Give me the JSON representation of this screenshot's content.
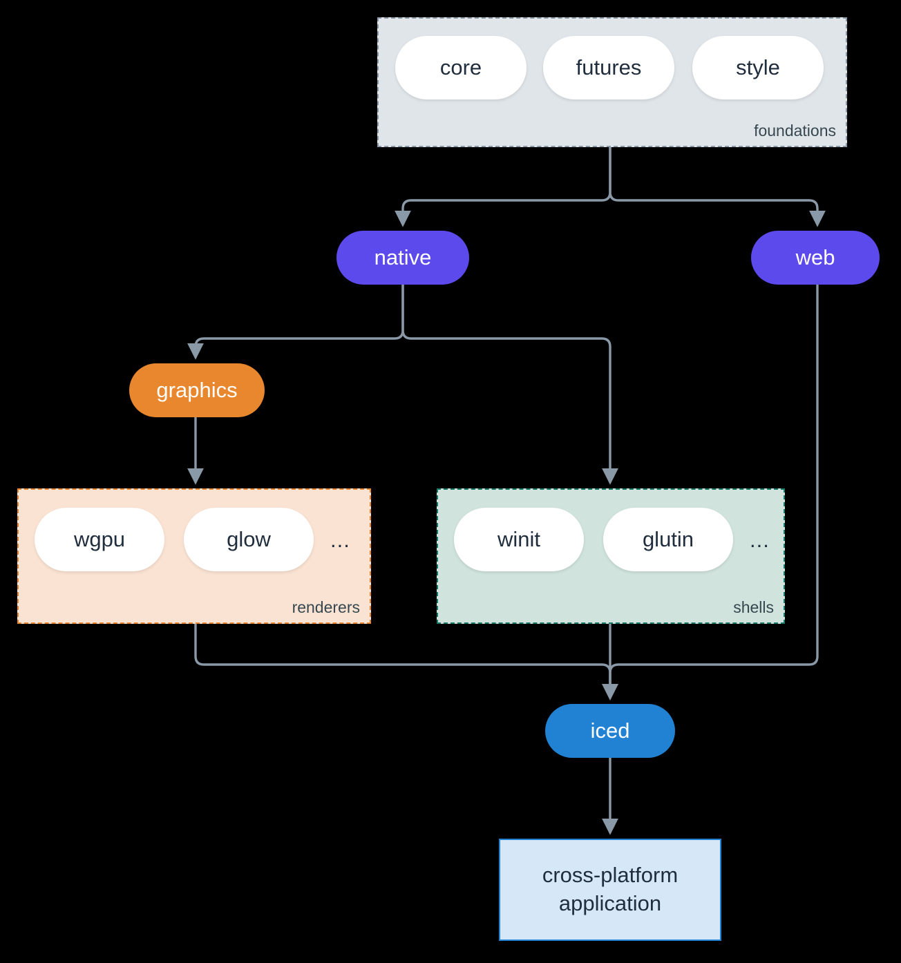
{
  "diagram": {
    "type": "architecture-flow",
    "background_color": "#000000",
    "edge_color": "#8A99A8"
  },
  "clusters": [
    {
      "id": "foundations",
      "label": "foundations",
      "fill": "#E0E5E9",
      "border": "#8A99A8",
      "nodes": [
        "core",
        "futures",
        "style"
      ]
    },
    {
      "id": "renderers",
      "label": "renderers",
      "fill": "#FBE3D3",
      "border": "#E8872E",
      "nodes": [
        "wgpu",
        "glow",
        "..."
      ]
    },
    {
      "id": "shells",
      "label": "shells",
      "fill": "#D0E3DD",
      "border": "#1A7A6A",
      "nodes": [
        "winit",
        "glutin",
        "..."
      ]
    }
  ],
  "pills": {
    "core": "core",
    "futures": "futures",
    "style": "style",
    "wgpu": "wgpu",
    "glow": "glow",
    "winit": "winit",
    "glutin": "glutin",
    "ellipsis": "..."
  },
  "nodes": {
    "native": {
      "label": "native",
      "color": "#5D4AEC"
    },
    "web": {
      "label": "web",
      "color": "#5D4AEC"
    },
    "graphics": {
      "label": "graphics",
      "color": "#E8872E"
    },
    "iced": {
      "label": "iced",
      "color": "#2182D4"
    }
  },
  "output": {
    "line1": "cross-platform",
    "line2": "application",
    "fill": "#D6E8F8",
    "border": "#2182D4"
  },
  "edges": [
    {
      "from": "foundations",
      "to": "native"
    },
    {
      "from": "foundations",
      "to": "web"
    },
    {
      "from": "native",
      "to": "graphics"
    },
    {
      "from": "native",
      "to": "shells"
    },
    {
      "from": "graphics",
      "to": "renderers"
    },
    {
      "from": "renderers",
      "to": "iced"
    },
    {
      "from": "shells",
      "to": "iced"
    },
    {
      "from": "web",
      "to": "iced"
    },
    {
      "from": "iced",
      "to": "cross-platform application"
    }
  ]
}
